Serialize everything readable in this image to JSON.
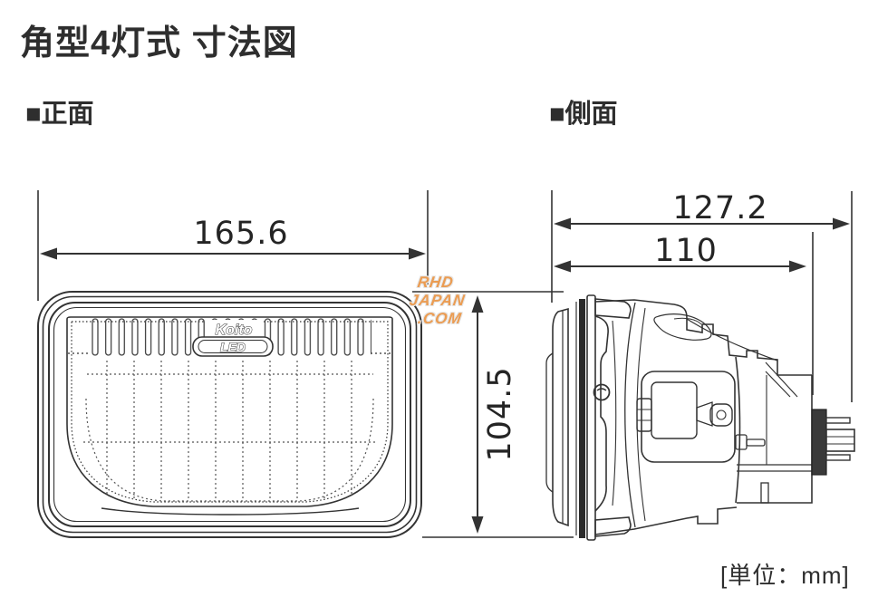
{
  "title": "角型4灯式 寸法図",
  "views": {
    "front": {
      "label": "■正面"
    },
    "side": {
      "label": "■側面"
    }
  },
  "dimensions": {
    "front_width": "165.6",
    "front_height": "104.5",
    "side_depth_total": "127.2",
    "side_depth_body": "110"
  },
  "unit_label": "[単位：mm]",
  "logo": {
    "brand": "Koito",
    "type": "LED"
  },
  "watermark": {
    "line1": "RHD",
    "line2": "JAPAN",
    "line3": ".COM"
  },
  "colors": {
    "line": "#333333",
    "watermark": "#eb9c52",
    "background": "#ffffff"
  }
}
